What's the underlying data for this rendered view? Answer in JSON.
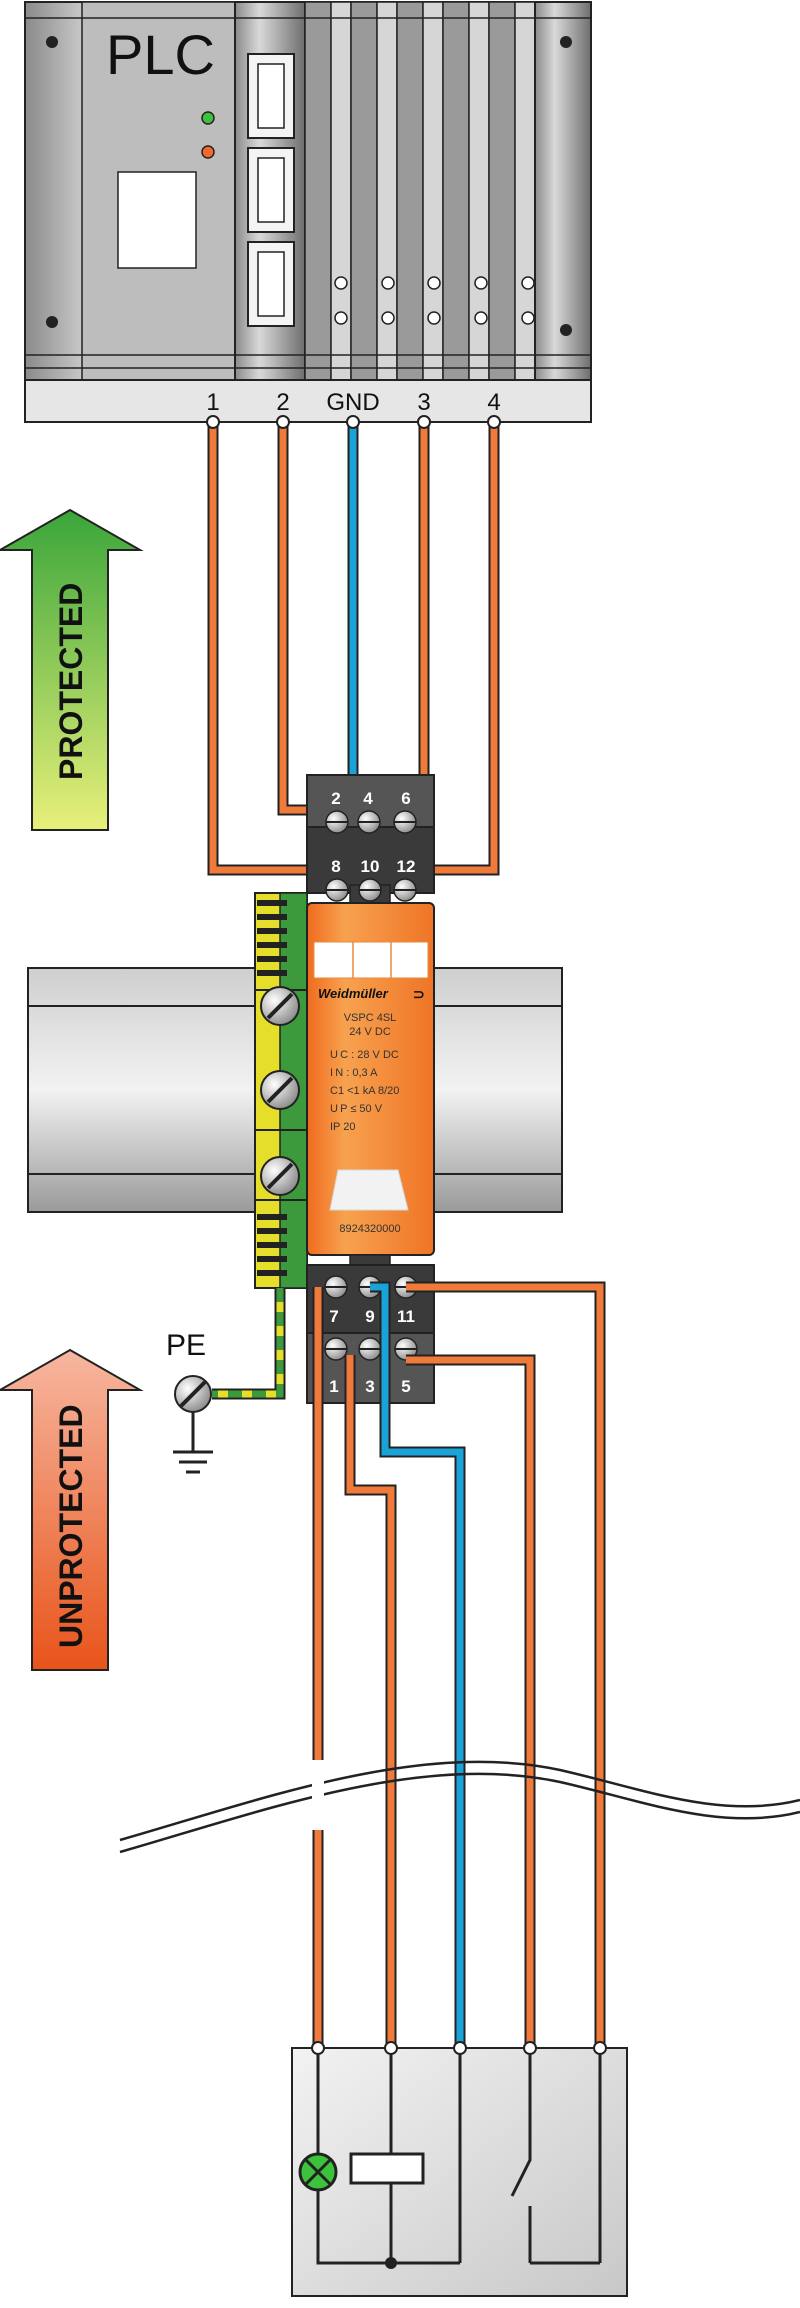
{
  "plc": {
    "title": "PLC",
    "terminals": [
      "1",
      "2",
      "GND",
      "3",
      "4"
    ]
  },
  "module": {
    "brand": "Weidmüller",
    "model": "VSPC 4SL",
    "voltage": "24 V DC",
    "specs": [
      "U C : 28 V DC",
      "I N : 0,3 A",
      "C1 <1 kA 8/20",
      "U P ≤ 50 V",
      "IP 20"
    ],
    "part_number": "8924320000",
    "top_terminals_back": [
      "2",
      "4",
      "6"
    ],
    "top_terminals_front": [
      "8",
      "10",
      "12"
    ],
    "bottom_terminals_front": [
      "7",
      "9",
      "11"
    ],
    "bottom_terminals_back": [
      "1",
      "3",
      "5"
    ]
  },
  "labels": {
    "protected": "PROTECTED",
    "unprotected": "UNPROTECTED",
    "pe": "PE"
  },
  "colors": {
    "orange_wire": "#f07a3a",
    "blue_wire": "#1aa3d8",
    "protected_top": "#3aa53a",
    "protected_bottom": "#e8f07a",
    "unprotected_top": "#f7b7a0",
    "unprotected_bottom": "#e8541a",
    "module_orange": "#f5923e",
    "ground_yellow": "#e5de2a",
    "ground_green": "#3c9a3c"
  }
}
